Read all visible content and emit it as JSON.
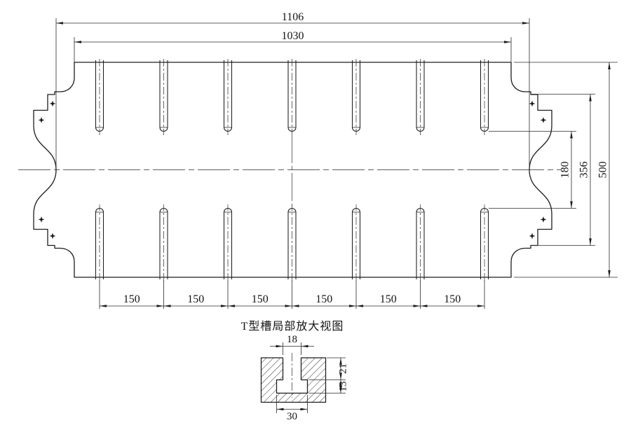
{
  "drawing": {
    "colors": {
      "background": "#ffffff",
      "line": "#1c1c1c"
    },
    "main_view": {
      "overall_length": "1106",
      "slot_field_length": "1030",
      "overall_width": "500",
      "end_step_span": "356",
      "center_gap": "180",
      "slot_pitch_labels": [
        "150",
        "150",
        "150",
        "150",
        "150",
        "150"
      ],
      "t_slots_per_side": 7
    },
    "detail_view": {
      "title": "T型槽局部放大视图",
      "slot_opening_width": "18",
      "slot_neck_depth": "21",
      "slot_base_height": "13",
      "slot_base_width": "30"
    }
  }
}
